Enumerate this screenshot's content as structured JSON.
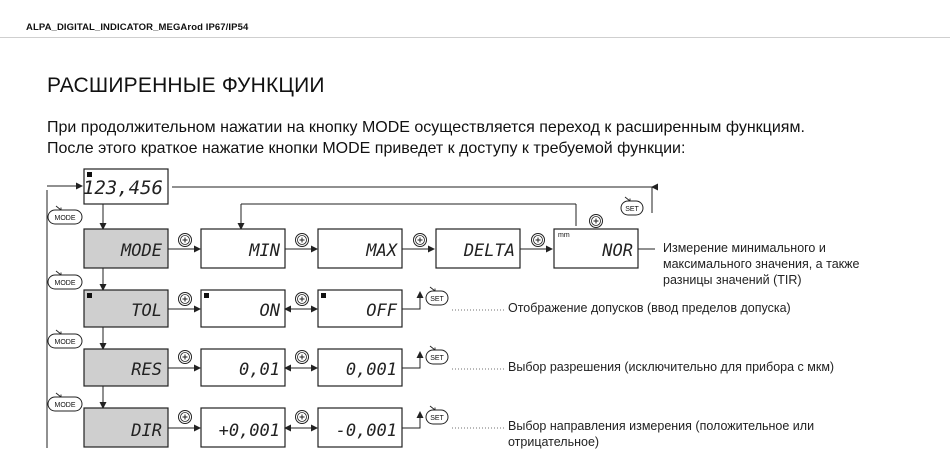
{
  "header": {
    "doc_code": "ALPA_DIGITAL_INDICATOR_MEGArod IP67/IP54"
  },
  "title": "РАСШИРЕННЫЕ ФУНКЦИИ",
  "intro": {
    "line1": "При продолжительном нажатии на кнопку MODE осуществляется переход к расширенным функциям.",
    "line2": "После этого краткое нажатие кнопки MODE приведет к доступу к требуемой функции:"
  },
  "buttons": {
    "mode": "MODE",
    "set": "SET",
    "mm": "mm"
  },
  "displays": {
    "main": "123,456",
    "mode": "MODE",
    "min": "MIN",
    "max": "MAX",
    "delta": "DELTA",
    "nor": "NOR",
    "tol": "TOL",
    "on": "ON",
    "off": "OFF",
    "res": "RES",
    "res1": "0,01",
    "res2": "0,001",
    "dir": "DIR",
    "dir1": "+0,001",
    "dir2": "-0,001"
  },
  "descriptions": {
    "mode_line1": "Измерение минимального и",
    "mode_line2": "максимального значения, а также",
    "mode_line3": "разницы значений (TIR)",
    "tol": "Отображение допусков (ввод пределов допуска)",
    "res": "Выбор разрешения (исключительно для прибора с мкм)",
    "dir_line1": "Выбор направления измерения (положительное или",
    "dir_line2": "отрицательное)"
  },
  "colors": {
    "grey_box": "#cfcfcf",
    "white_box": "#ffffff",
    "line": "#222222"
  }
}
